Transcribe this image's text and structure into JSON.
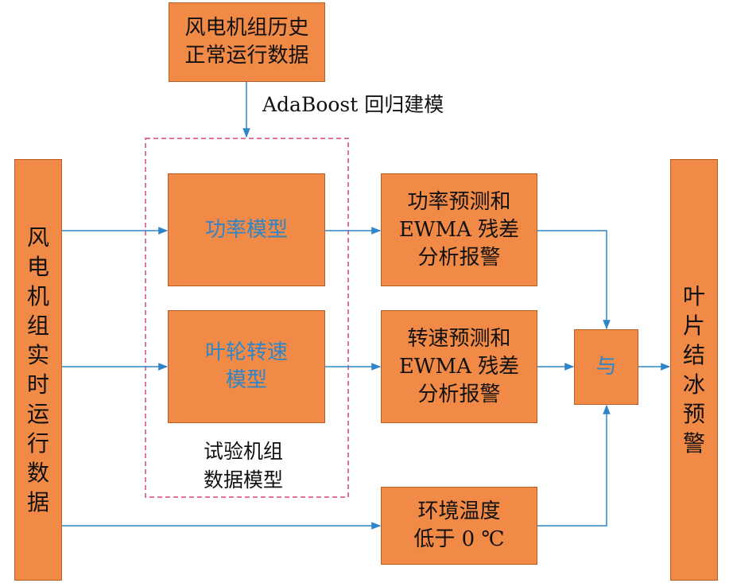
{
  "history_box": {
    "line1": "风电机组历史",
    "line2": "正常运行数据"
  },
  "adaboost_label": "AdaBoost 回归建模",
  "realtime_box": {
    "chars": [
      "风",
      "电",
      "机",
      "组",
      "实",
      "时",
      "运",
      "行",
      "数",
      "据"
    ]
  },
  "power_model": {
    "label": "功率模型"
  },
  "speed_model": {
    "line1": "叶轮转速",
    "line2": "模型"
  },
  "group_label": {
    "line1": "试验机组",
    "line2": "数据模型"
  },
  "power_alarm": {
    "line1": "功率预测和",
    "line2": "EWMA 残差",
    "line3": "分析报警"
  },
  "speed_alarm": {
    "line1": "转速预测和",
    "line2": "EWMA 残差",
    "line3": "分析报警"
  },
  "temp_box": {
    "line1": "环境温度",
    "line2": "低于 0 ℃"
  },
  "and_box": {
    "label": "与"
  },
  "icing_box": {
    "chars": [
      "叶",
      "片",
      "结",
      "冰",
      "预",
      "警"
    ]
  },
  "colors": {
    "box_fill": "#F08A46",
    "arrow": "#2E86C8",
    "dashed_border": "#D9437A",
    "model_text": "#2E86C8"
  }
}
